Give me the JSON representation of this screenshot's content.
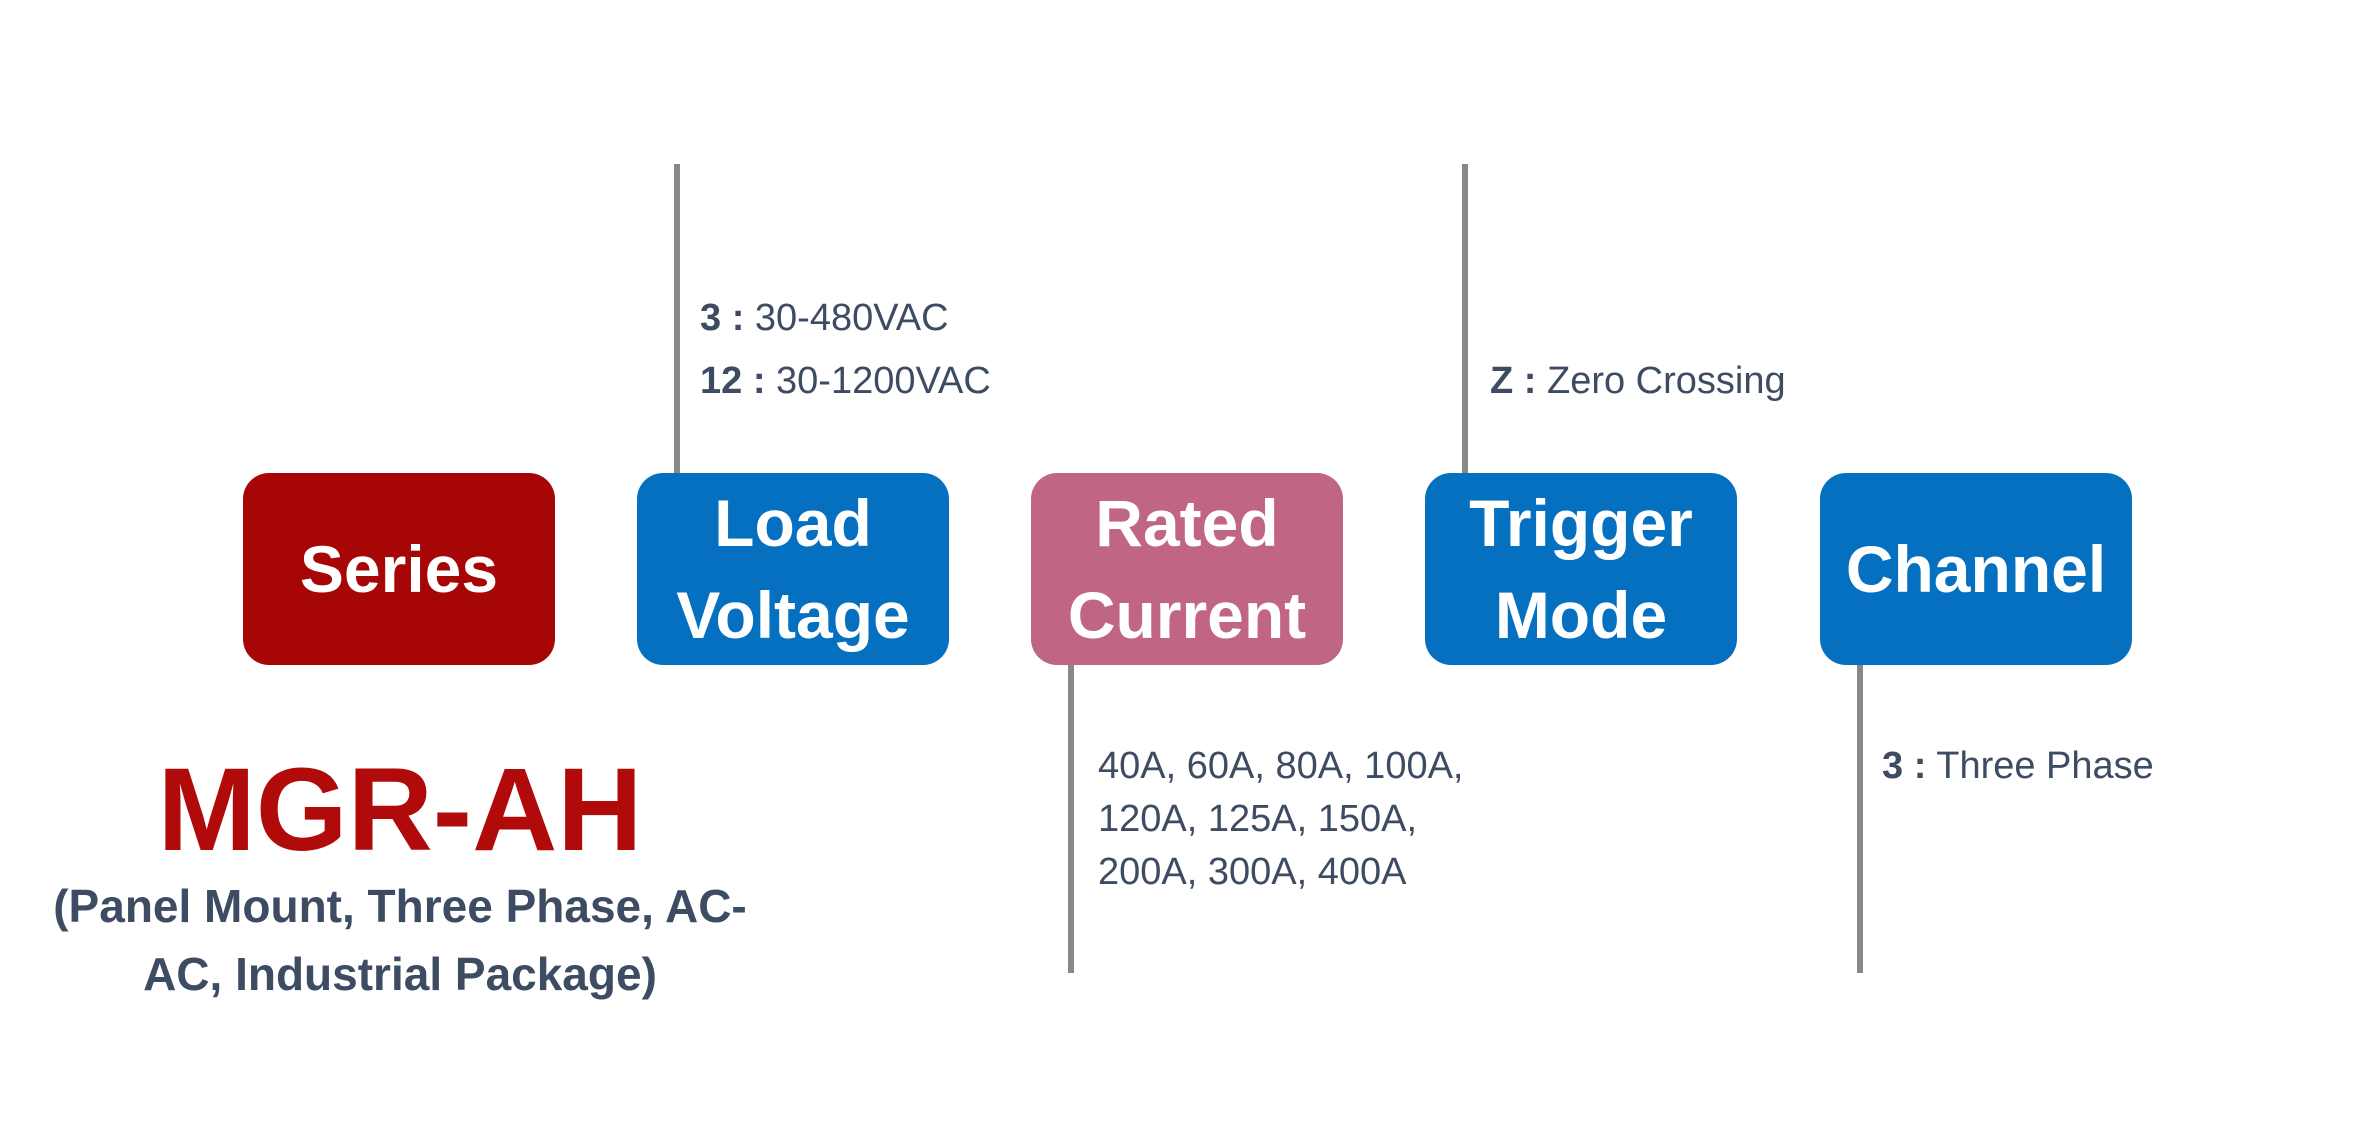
{
  "colors": {
    "series_box": "#a60606",
    "blue_box": "#0670c0",
    "current_box": "#c06683",
    "model_text": "#b00a0a",
    "body_text": "#3d4c63",
    "connector": "#888888"
  },
  "boxes": {
    "series": {
      "line1": "Series"
    },
    "load_voltage": {
      "line1": "Load",
      "line2": "Voltage"
    },
    "rated_current": {
      "line1": "Rated",
      "line2": "Current"
    },
    "trigger_mode": {
      "line1": "Trigger",
      "line2": "Mode"
    },
    "channel": {
      "line1": "Channel"
    }
  },
  "load_voltage_options": [
    {
      "code": "3 :",
      "value": " 30-480VAC"
    },
    {
      "code": "12 :",
      "value": " 30-1200VAC"
    }
  ],
  "trigger_mode_options": [
    {
      "code": "Z :",
      "value": " Zero Crossing"
    }
  ],
  "rated_current_options": [
    "40A, 60A, 80A, 100A,",
    "120A, 125A, 150A,",
    "200A, 300A, 400A"
  ],
  "channel_options": [
    {
      "code": "3 :",
      "value": " Three Phase"
    }
  ],
  "model": {
    "name": "MGR-AH",
    "description_line1": "(Panel Mount, Three Phase, AC-",
    "description_line2": "AC, Industrial Package)"
  }
}
